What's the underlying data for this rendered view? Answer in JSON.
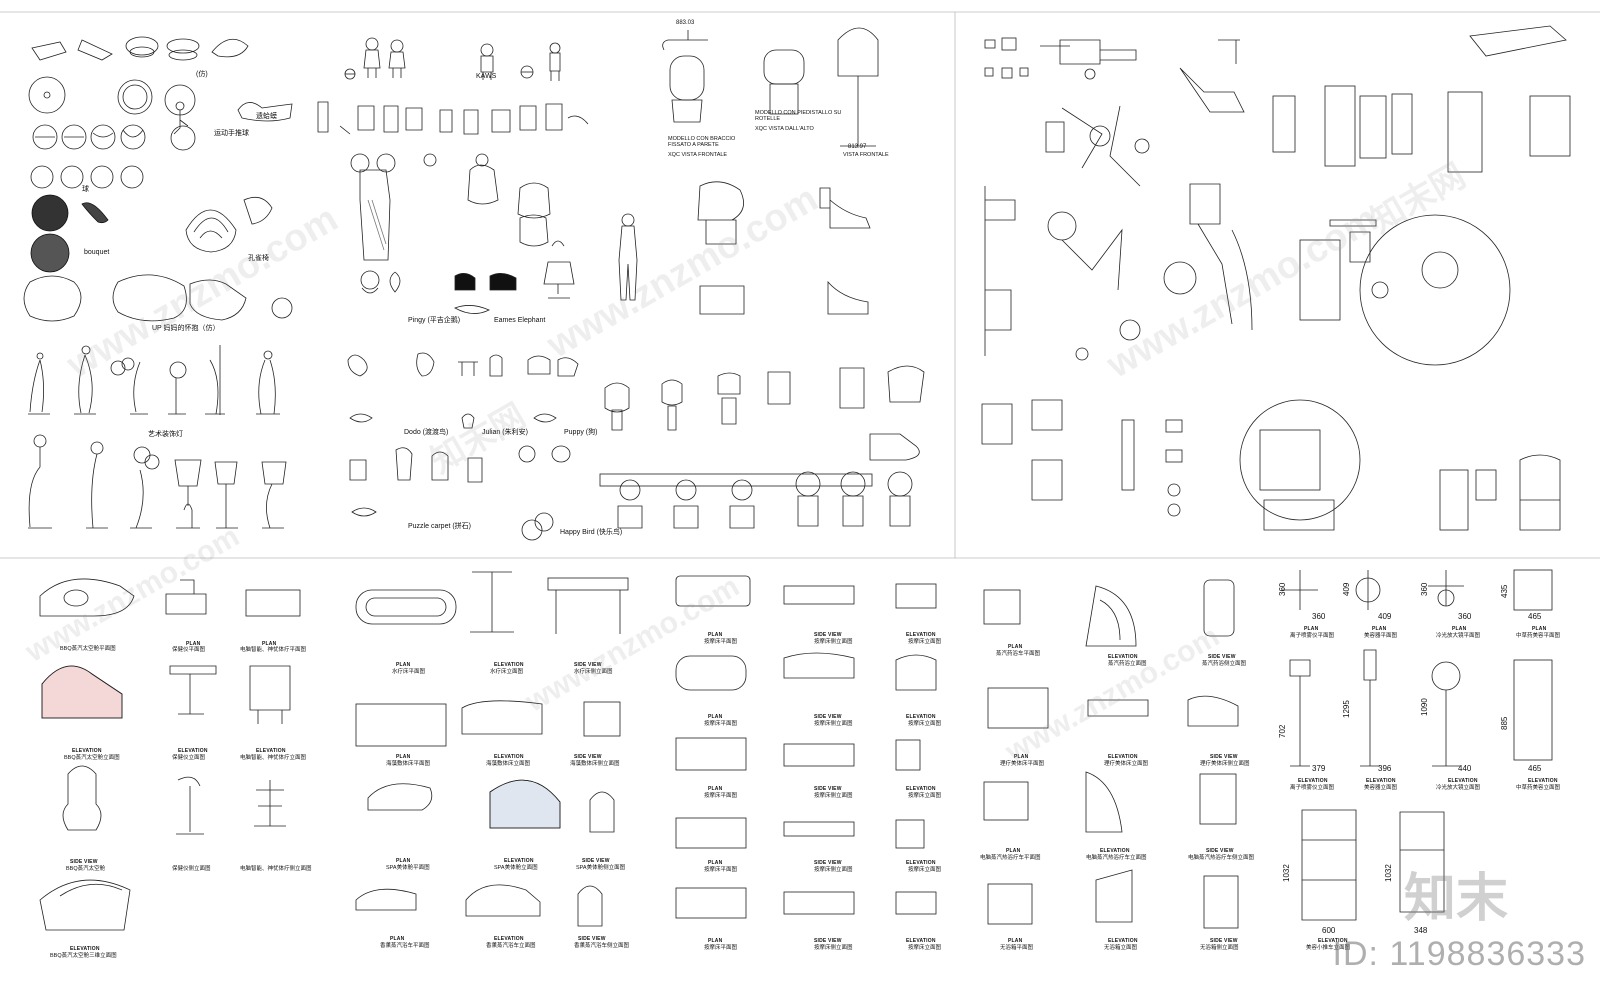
{
  "labels": {
    "l_fang": "(仿)",
    "l_yundong": "运动手推球",
    "l_yuanfu": "遗蛤蟆",
    "l_qiu": "球",
    "l_bouquet": "bouquet",
    "l_kongque": "孔雀椅",
    "l_up": "UP 妈妈的怀抱（仿）",
    "l_yishu": "艺术装饰灯",
    "l_kaws": "KAWS",
    "l_pingy": "Pingy (平吉企鹅)",
    "l_eames": "Eames Elephant",
    "l_dodo": "Dodo (渡渡鸟)",
    "l_julian": "Julian (朱利安)",
    "l_puppy": "Puppy (狗)",
    "l_puzzle": "Puzzle carpet (拼石)",
    "l_happy": "Happy Bird (快乐鸟)",
    "l_m1a": "MODELLO CON BRACCIO",
    "l_m1b": "FISSATO A PARETE",
    "l_m1c": "XQC VISTA FRONTALE",
    "l_m2a": "MODELLO CON PIEDISTALLO SU",
    "l_m2b": "ROTELLE",
    "l_m2c": "XQC VISTA DALL'ALTO",
    "l_m3": "VISTA FRONTALE",
    "plan": "PLAN",
    "elev": "ELEVATION",
    "side": "SIDE VIEW",
    "c1": "BBQ蒸汽太空舱平面图",
    "c2": "保健仪平面图",
    "c3": "电脑智能、神忧体疗平面图",
    "c4": "BBQ蒸汽太空舱立面图",
    "c5": "保健仪立面图",
    "c6": "电脑智能、神忧体疗立面图",
    "c7": "BBQ蒸汽太空舱",
    "c8": "保健仪侧立面图",
    "c9": "电脑智能、神忧体疗侧立面图",
    "c10": "BBQ蒸汽太空舱三维立面图",
    "d1": "水疗床平面图",
    "d2": "水疗床立面图",
    "d3": "水疗床侧立面图",
    "d4": "海藻敷体床平面图",
    "d5": "海藻敷体床立面图",
    "d6": "海藻敷体床侧立面图",
    "d7": "SPA美体舱平面图",
    "d8": "SPA美体舱立面图",
    "d9": "SPA美体舱侧立面图",
    "d10": "香薰蒸汽浴车平面图",
    "d11": "香薰蒸汽浴车立面图",
    "d12": "香薰蒸汽浴车侧立面图",
    "e1": "按摩床平面图",
    "e2": "按摩床侧立面图",
    "e3": "按摩床立面图",
    "f1": "蒸汽药浴车平面图",
    "f2": "蒸汽药浴立面图",
    "f3": "蒸汽药浴侧立面图",
    "f4": "理疗美体床平面图",
    "f5": "理疗美体床立面图",
    "f6": "理疗美体床侧立面图",
    "f7": "电脑蒸汽热浴疗车平面图",
    "f8": "电脑蒸汽热浴疗车立面图",
    "f9": "电脑蒸汽热浴疗车侧立面图",
    "f10": "无浴箱平面图",
    "f11": "无浴箱立面图",
    "f12": "无浴箱侧立面图",
    "g1": "离子喷雾仪平面图",
    "g2": "美容器平面图",
    "g3": "冷光放大镜平面图",
    "g4": "中草药美容平面图",
    "g5": "离子喷雾仪立面图",
    "g6": "美容器立面图",
    "g7": "冷光放大镜立面图",
    "g8": "中草药美容立面图",
    "g9": "美容小推车立面图"
  },
  "dims": {
    "d360a": "360",
    "d409": "409",
    "d360b": "360",
    "d465a": "465",
    "v360": "360",
    "v409": "409",
    "v360b": "360",
    "v435": "435",
    "d379": "379",
    "d396": "396",
    "d440": "440",
    "d465b": "465",
    "v702": "702",
    "v1295": "1295",
    "v1090": "1090",
    "v885": "885",
    "d600": "600",
    "d348": "348",
    "v1032a": "1032",
    "v1032b": "1032",
    "t883": "883.03",
    "t813": "813.97"
  },
  "watermark": "www.znzmo.com",
  "watermark_cn": "知末网",
  "logo": "知末",
  "id": "ID: 1198836333"
}
